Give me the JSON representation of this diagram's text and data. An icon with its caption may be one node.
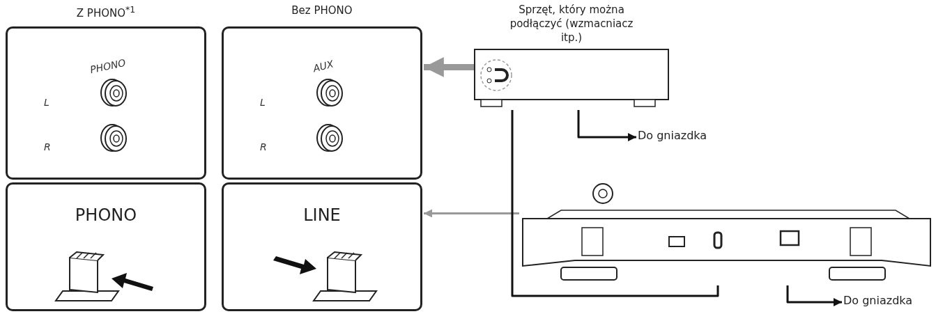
{
  "diagram": {
    "nodes": [
      {
        "text": [
          "Z PHONO$^{*1}$"
        ]
      },
      {
        "text": [
          "Bez PHONO"
        ]
      },
      {
        "text": [
          "PHONO"
        ]
      },
      {
        "text": [
          "LINE"
        ]
      },
      {
        "text": [
          "Sprzęt, który można podłączyć (wzmacniacz itp.)"
        ]
      },
      {
        "text": [],
        "shape": "picture"
      },
      {
        "text": [
          "Do gniazdka"
        ]
      },
      {
        "text": [
          "Do gniazdka"
        ]
      }
    ],
    "edges": [
      {
        "from": 4,
        "to": 1,
        "arrow": "to",
        "style": "thick",
        "color": "#999999"
      },
      {
        "from": 5,
        "to": 3,
        "arrow": "to",
        "color": "#999999"
      },
      {
        "from": 4,
        "to": 5,
        "arrow": "none"
      },
      {
        "from": 4,
        "to": 6,
        "arrow": "to"
      },
      {
        "from": 5,
        "to": 7,
        "arrow": "to"
      }
    ],
    "labels": [
      "PHONO",
      "L",
      "R",
      "AUX",
      "L",
      "R"
    ]
  }
}
